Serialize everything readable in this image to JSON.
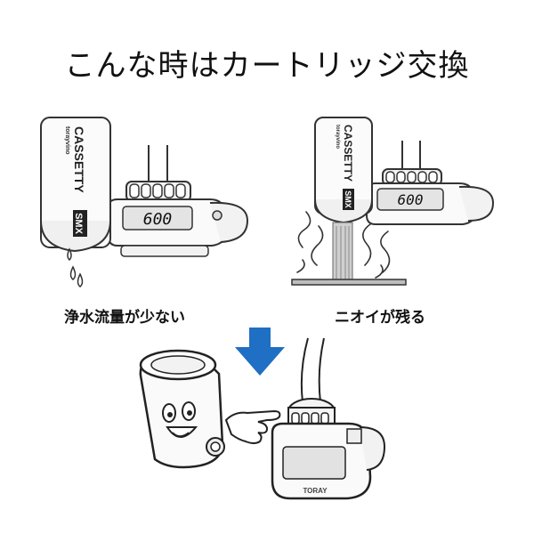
{
  "title": "こんな時はカートリッジ交換",
  "panels": {
    "left": {
      "caption": "浄水流量が少ない",
      "cartridge_brand_small": "torayvino",
      "cartridge_brand": "CASSETTY",
      "cartridge_model": "SMX",
      "display_value": "600"
    },
    "right": {
      "caption": "ニオイが残る",
      "cartridge_brand_small": "torayvino",
      "cartridge_brand": "CASSETTY",
      "cartridge_model": "SMX",
      "display_value": "600"
    }
  },
  "bottom": {
    "arrow_color": "#1f6fc4",
    "faucet_brand": "TORAY"
  },
  "icons": {
    "arrow": "down-arrow-icon",
    "hand": "pointing-hand-icon",
    "cartridge_character": "smiling-cartridge-icon"
  }
}
